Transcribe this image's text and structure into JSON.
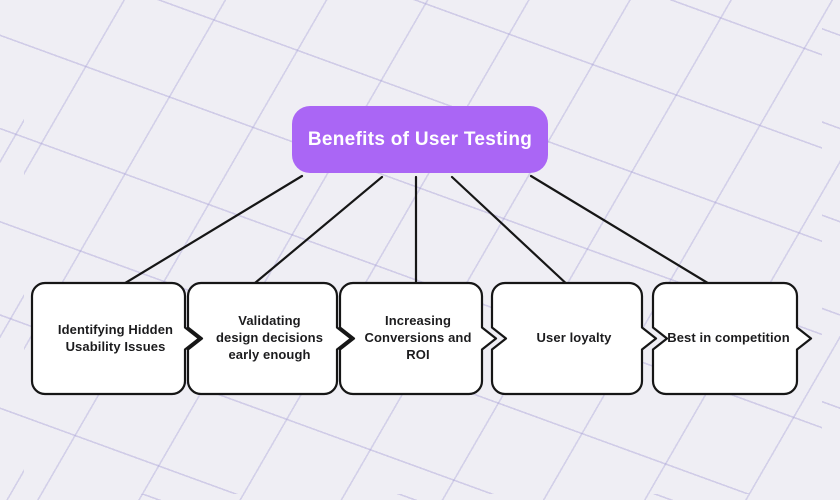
{
  "canvas": {
    "background_color": "#efeef4",
    "grid_line_color": "#c9c5e4",
    "grid_style": "skewed diagonal square grid"
  },
  "root": {
    "label": "Benefits of User Testing",
    "fill_color": "#aa66f5",
    "text_color": "#ffffff"
  },
  "nodes": [
    {
      "label": "Identifying Hidden\nUsability Issues"
    },
    {
      "label": "Validating\ndesign decisions\nearly enough"
    },
    {
      "label": "Increasing\nConversions and\nROI"
    },
    {
      "label": "User loyalty"
    },
    {
      "label": "Best in competition"
    }
  ],
  "node_style": {
    "fill_color": "#ffffff",
    "border_color": "#161616",
    "text_color": "#1c1c1e",
    "shape": "rounded chevron banner, pointed right edge, notched left edge"
  },
  "connectors": {
    "count": 5,
    "color": "#161616"
  }
}
